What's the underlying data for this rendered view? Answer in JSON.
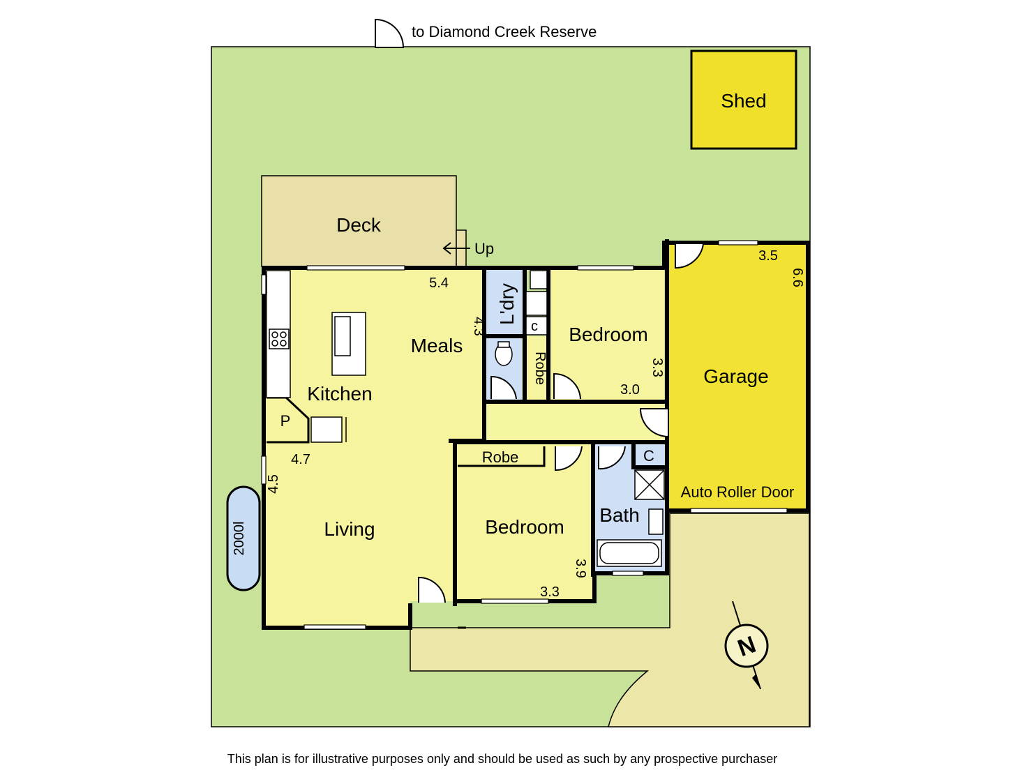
{
  "header": {
    "access_note": "to Diamond Creek Reserve"
  },
  "rooms": {
    "shed": "Shed",
    "deck": "Deck",
    "up": "Up",
    "laundry": "L'dry",
    "cupboard_small": "c",
    "robe_wc": "Robe",
    "bedroom_north": "Bedroom",
    "meals": "Meals",
    "kitchen": "Kitchen",
    "pantry": "P",
    "garage": "Garage",
    "auto_roller_door": "Auto Roller Door",
    "robe_south": "Robe",
    "bedroom_south": "Bedroom",
    "bath": "Bath",
    "cupboard_bath": "C",
    "living": "Living",
    "tank": "2000l"
  },
  "dimensions": {
    "meals_width": "5.4",
    "meals_depth": "4.3",
    "bedroom_north_width": "3.0",
    "bedroom_north_depth": "3.3",
    "garage_width": "3.5",
    "garage_depth": "6.6",
    "living_width": "4.7",
    "living_depth": "4.5",
    "bedroom_south_width": "3.3",
    "bedroom_south_depth": "3.9"
  },
  "compass": {
    "letter": "N"
  },
  "footer": {
    "disclaimer": "This plan is for illustrative purposes only and should be used as such by any prospective purchaser"
  },
  "colors": {
    "lawn": "#c8e29a",
    "path": "#ece6a9",
    "deck": "#e8e0a8",
    "interior": "#f6f49e",
    "hall": "#f4f6a2",
    "garage": "#f2e233",
    "shed": "#f0e02a",
    "wet_area": "#cfe0f6",
    "tank": "#c8dcf4",
    "walls": "#000000"
  }
}
